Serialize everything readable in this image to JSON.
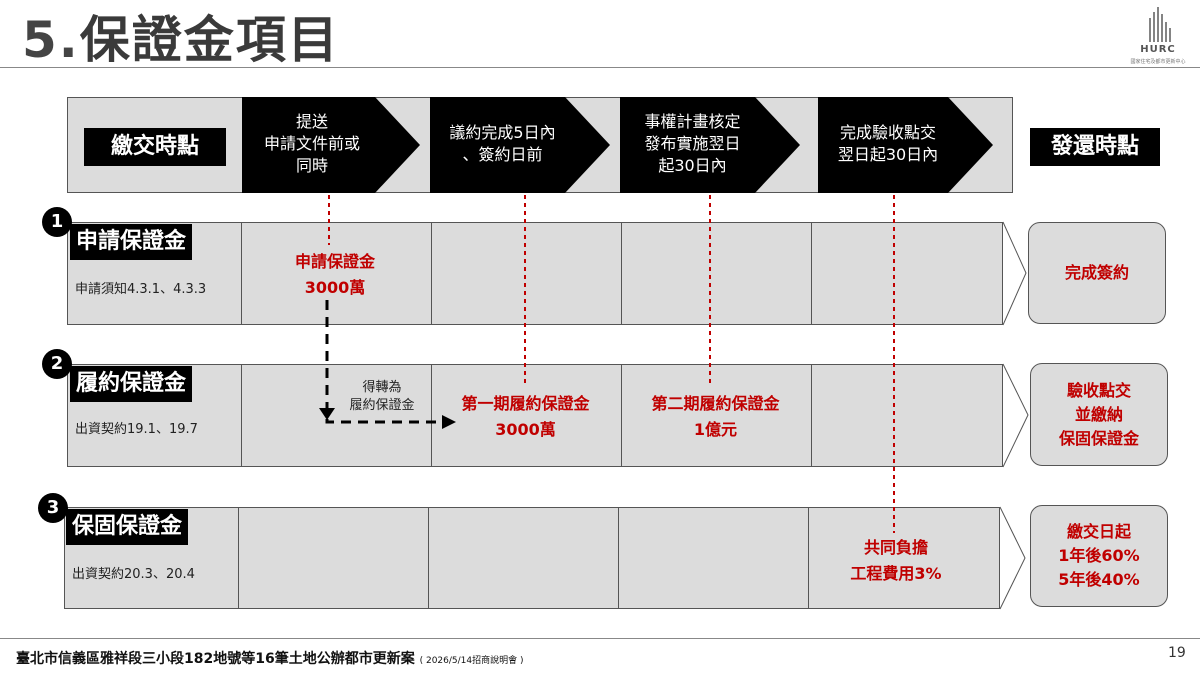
{
  "title": {
    "number": "5.",
    "text": "保證金項目"
  },
  "logo": {
    "name": "HURC",
    "subtitle": "國家住宅及都市更新中心"
  },
  "header": {
    "start_label": "繳交時點",
    "stages": [
      [
        "提送",
        "申請文件前或",
        "同時"
      ],
      [
        "議約完成5日內",
        "、簽約日前"
      ],
      [
        "事權計畫核定",
        "發布實施翌日",
        "起30日內"
      ],
      [
        "完成驗收點交",
        "翌日起30日內"
      ]
    ],
    "end_label": "發還時點"
  },
  "rows": [
    {
      "badge": "1",
      "title": "申請保證金",
      "sub": "申請須知4.3.1、4.3.3",
      "return": [
        "完成簽約"
      ]
    },
    {
      "badge": "2",
      "title": "履約保證金",
      "sub": "出資契約19.1、19.7",
      "return": [
        "驗收點交",
        "並繳納",
        "保固保證金"
      ]
    },
    {
      "badge": "3",
      "title": "保固保證金",
      "sub": "出資契約20.3、20.4",
      "return": [
        "繳交日起",
        "1年後60%",
        "5年後40%"
      ]
    }
  ],
  "cells": {
    "application_bond": [
      "申請保證金",
      "3000萬"
    ],
    "transfer_note": [
      "得轉為",
      "履約保證金"
    ],
    "performance_first": [
      "第一期履約保證金",
      "3000萬"
    ],
    "performance_second": [
      "第二期履約保證金",
      "1億元"
    ],
    "warranty_share": [
      "共同負擔",
      "工程費用3%"
    ]
  },
  "footer": {
    "text": "臺北市信義區雅祥段三小段182地號等16筆土地公辦都市更新案",
    "note": "( 2026/5/14招商說明會 )"
  },
  "page_number": "19",
  "colors": {
    "accent_red": "#c00000",
    "panel_gray": "#dcdcdc",
    "black": "#000000"
  }
}
